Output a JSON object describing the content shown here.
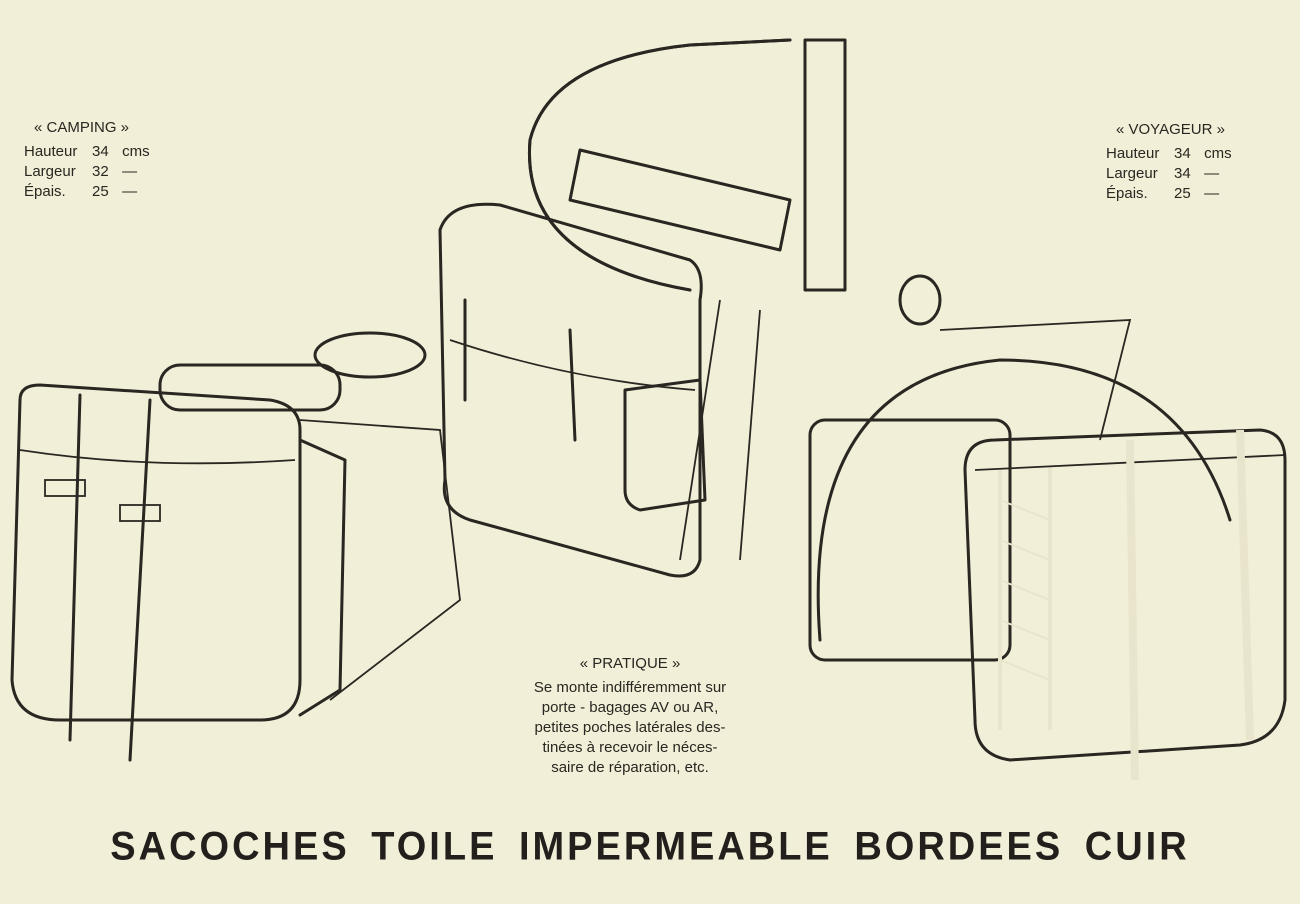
{
  "camping": {
    "title": "« CAMPING »",
    "rows": [
      {
        "label": "Hauteur",
        "value": "34",
        "unit": "cms"
      },
      {
        "label": "Largeur",
        "value": "32",
        "unit": "—"
      },
      {
        "label": "Épais.",
        "value": "25",
        "unit": "—"
      }
    ]
  },
  "voyageur": {
    "title": "« VOYAGEUR »",
    "rows": [
      {
        "label": "Hauteur",
        "value": "34",
        "unit": "cms"
      },
      {
        "label": "Largeur",
        "value": "34",
        "unit": "—"
      },
      {
        "label": "Épais.",
        "value": "25",
        "unit": "—"
      }
    ]
  },
  "pratique": {
    "title": "« PRATIQUE »",
    "lines": [
      "Se monte indifféremment sur",
      "porte - bagages  AV ou AR,",
      "petites poches latérales des-",
      "tinées à recevoir le néces-",
      "saire de réparation, etc."
    ]
  },
  "headline": "SACOCHES TOILE IMPERMEABLE BORDEES CUIR"
}
